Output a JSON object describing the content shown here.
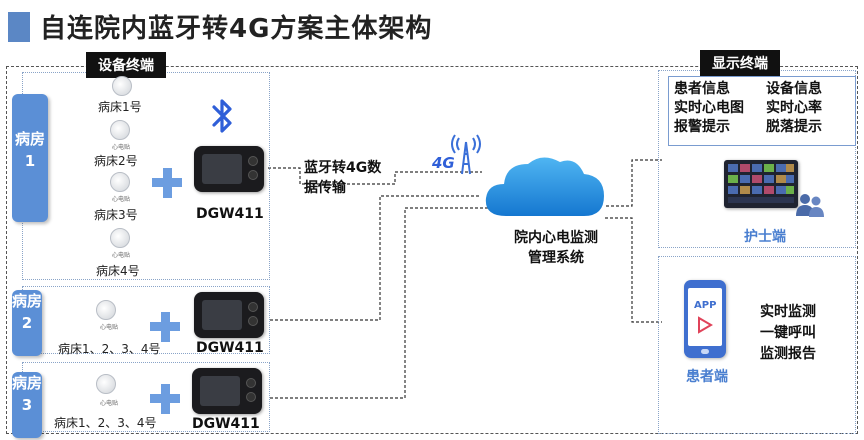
{
  "title": "自连院内蓝牙转4G方案主体架构",
  "device_section_label": "设备终端",
  "display_section_label": "显示终端",
  "rooms": [
    {
      "name_line1": "病房",
      "name_line2": "1"
    },
    {
      "name_line1": "病房",
      "name_line2": "2"
    },
    {
      "name_line1": "病房",
      "name_line2": "3"
    }
  ],
  "room1_beds": [
    "病床1号",
    "病床2号",
    "病床3号",
    "病床4号"
  ],
  "room_bed_summary": "病床1、2、3、4号",
  "sensor_caption": "心电贴",
  "device_model": "DGW411",
  "bluetooth_icon": "bluetooth-icon",
  "transfer_text_line1": "蓝牙转4G数",
  "transfer_text_line2": "据传输",
  "network_badge": "4G",
  "system_line1": "院内心电监测",
  "system_line2": "管理系统",
  "nurse_info": {
    "left": [
      "患者信息",
      "实时心电图",
      "报警提示"
    ],
    "right": [
      "设备信息",
      "实时心率",
      "脱落提示"
    ]
  },
  "nurse_label": "护士端",
  "app_badge": "APP",
  "patient_label": "患者端",
  "patient_features": [
    "实时监测",
    "一键呼叫",
    "监测报告"
  ],
  "colors": {
    "accent_blue": "#5b8fd6",
    "bluetooth_blue": "#2f5fd8",
    "cloud_blue": "#1e90e6"
  }
}
